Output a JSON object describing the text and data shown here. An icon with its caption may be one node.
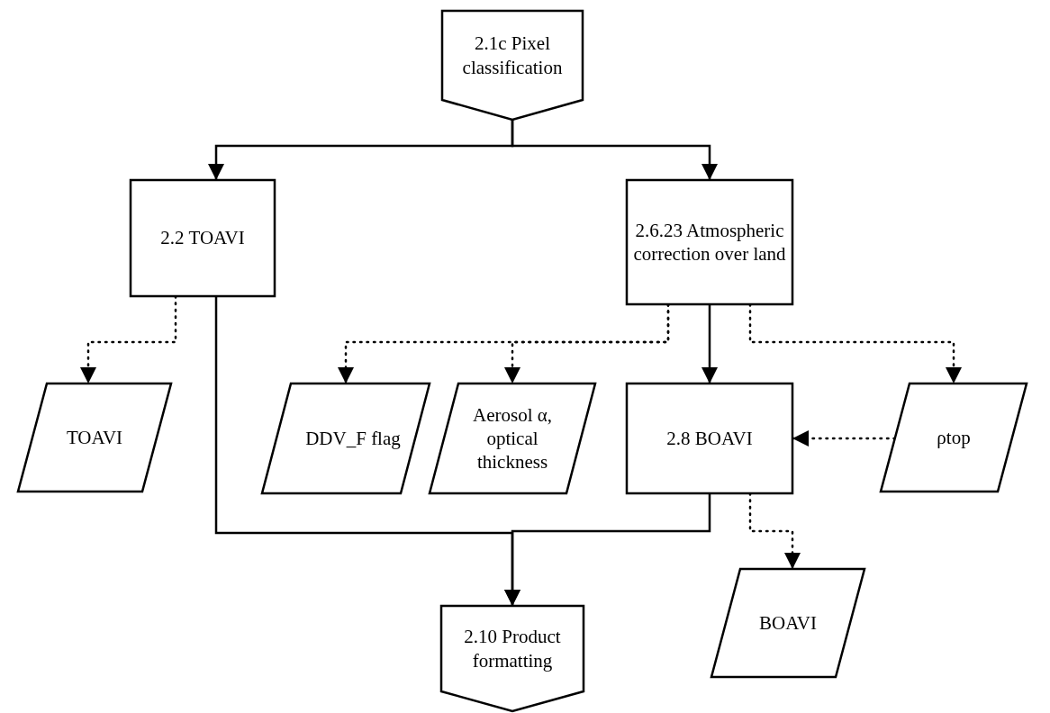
{
  "diagram": {
    "nodes": [
      {
        "text": [
          "2.1c Pixel classification"
        ]
      },
      {
        "text": [
          "2.2 TOAVI"
        ]
      },
      {
        "text": [
          "2.6.23 Atmospheric correction over land"
        ]
      },
      {
        "text": [
          "TOAVI"
        ]
      },
      {
        "text": [
          "DDV_F flag"
        ]
      },
      {
        "text": [
          "Aerosol α, optical thickness"
        ]
      },
      {
        "text": [
          "2.8 BOAVI"
        ]
      },
      {
        "text": [
          "ρtop"
        ]
      },
      {
        "text": [
          "BOAVI"
        ]
      },
      {
        "text": [
          "2.10 Product formatting"
        ]
      }
    ],
    "edges": [
      {
        "from": 0,
        "to": 1,
        "arrow": "to"
      },
      {
        "from": 0,
        "to": 2,
        "arrow": "to"
      },
      {
        "from": 1,
        "to": 3,
        "arrow": "to",
        "style": "dashed"
      },
      {
        "from": 1,
        "to": 9,
        "arrow": "to"
      },
      {
        "from": 2,
        "to": 4,
        "arrow": "to",
        "style": "dashed"
      },
      {
        "from": 2,
        "to": 5,
        "arrow": "to",
        "style": "dashed"
      },
      {
        "from": 2,
        "to": 6,
        "arrow": "to"
      },
      {
        "from": 2,
        "to": 7,
        "arrow": "to",
        "style": "dashed"
      },
      {
        "from": 7,
        "to": 6,
        "arrow": "to",
        "style": "dashed"
      },
      {
        "from": 6,
        "to": 9,
        "arrow": "to"
      },
      {
        "from": 6,
        "to": 8,
        "arrow": "to",
        "style": "dashed"
      }
    ]
  }
}
